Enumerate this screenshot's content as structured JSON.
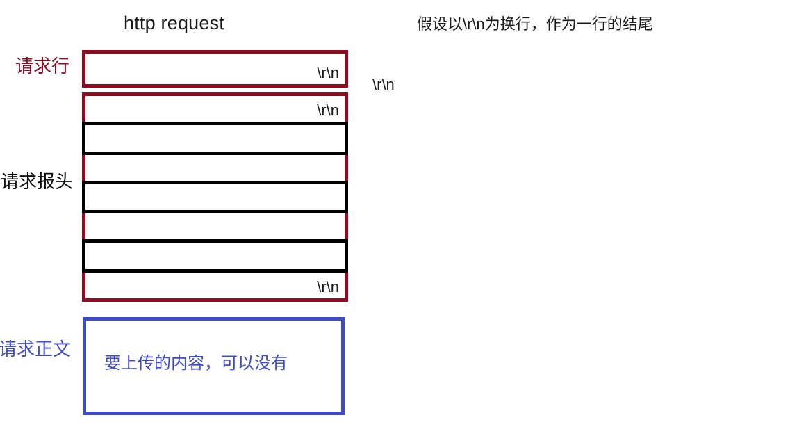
{
  "diagram": {
    "title": "http request",
    "annotations": {
      "line_ending_note": "假设以\\r\\n为换行，作为一行的结尾",
      "standalone_crlf": "\\r\\n"
    },
    "labels": {
      "request_line": "请求行",
      "request_header": "请求报头",
      "request_body": "请求正文"
    },
    "colors": {
      "request_line_red": "#8e0b22",
      "request_header_black": "#000000",
      "request_body_blue": "#3f4bc8",
      "text_black": "#1a1a1a",
      "background": "#ffffff"
    },
    "request_line_box": {
      "crlf": "\\r\\n",
      "content": ""
    },
    "header_block": {
      "rows": [
        {
          "style": "red",
          "crlf": "\\r\\n",
          "content": ""
        },
        {
          "style": "black",
          "crlf": "",
          "content": ""
        },
        {
          "style": "red",
          "crlf": "",
          "content": ""
        },
        {
          "style": "black",
          "crlf": "",
          "content": ""
        },
        {
          "style": "red",
          "crlf": "",
          "content": ""
        },
        {
          "style": "black",
          "crlf": "",
          "content": ""
        },
        {
          "style": "red",
          "crlf": "\\r\\n",
          "content": ""
        }
      ]
    },
    "body_box": {
      "content": "要上传的内容，可以没有"
    }
  }
}
